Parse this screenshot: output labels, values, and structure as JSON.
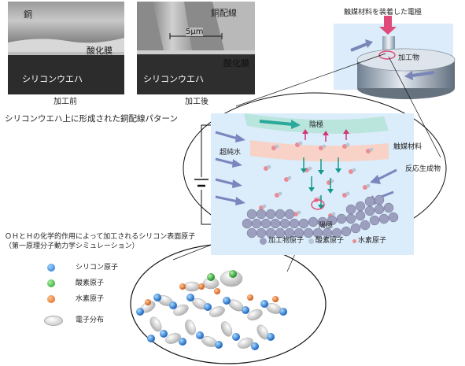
{
  "photo_before": {
    "copper": "銅",
    "oxide": "酸化膜",
    "wafer": "シリコンウエハ",
    "caption": "加工前"
  },
  "photo_after": {
    "copper_wiring": "銅配線",
    "scale": "5μm",
    "oxide": "酸化膜",
    "wafer": "シリコンウエハ",
    "caption": "加工後"
  },
  "pattern_caption": "シリコンウエハ上に形成された銅配線パターン",
  "electrode": {
    "title": "触媒材料を装着した電極",
    "workpiece": "加工物"
  },
  "reaction": {
    "cathode": "陰極",
    "ultrapure_water": "超純水",
    "catalyst": "触媒材料",
    "products": "反応生成物",
    "anode": "陽極"
  },
  "legend_bottom": {
    "si_workpiece": "加工物原子",
    "oxygen": "酸素原子",
    "hydrogen": "水素原子"
  },
  "simulation": {
    "caption_line1": "ＯＨとＨの化学的作用によって加工されるシリコン表面原子",
    "caption_line2": "（第一原理分子動力学シミュレーション）"
  },
  "legend_sim": {
    "silicon": "シリコン原子",
    "oxygen": "酸素原子",
    "hydrogen": "水素原子",
    "electron": "電子分布"
  }
}
